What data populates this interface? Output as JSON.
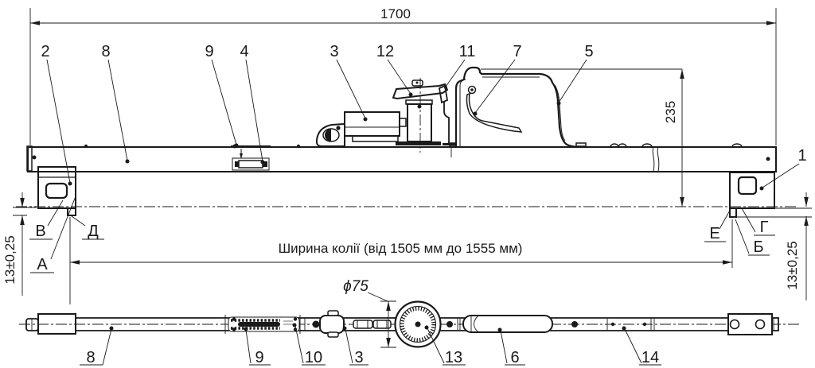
{
  "drawing": {
    "type": "engineering-drawing",
    "dims": {
      "overall_length": "1700",
      "height_235": "235",
      "foot_offset_left": "13±0,25",
      "foot_offset_right": "13±0,25",
      "dial_diameter": "ϕ75",
      "track_width": "Ширина колії (від 1505 мм до 1555 мм)"
    },
    "callouts_top": [
      {
        "label": "2"
      },
      {
        "label": "8"
      },
      {
        "label": "9"
      },
      {
        "label": "4"
      },
      {
        "label": "3"
      },
      {
        "label": "12"
      },
      {
        "label": "11"
      },
      {
        "label": "7"
      },
      {
        "label": "5"
      },
      {
        "label": "1"
      }
    ],
    "callouts_bottom": [
      {
        "label": "8"
      },
      {
        "label": "9"
      },
      {
        "label": "10"
      },
      {
        "label": "3"
      },
      {
        "label": "13"
      },
      {
        "label": "6"
      },
      {
        "label": "14"
      }
    ],
    "surface_letters": [
      {
        "label": "В"
      },
      {
        "label": "Д"
      },
      {
        "label": "А"
      },
      {
        "label": "Е"
      },
      {
        "label": "Г"
      },
      {
        "label": "Б"
      }
    ],
    "colors": {
      "line": "#1a1a1a",
      "background": "#ffffff"
    }
  }
}
